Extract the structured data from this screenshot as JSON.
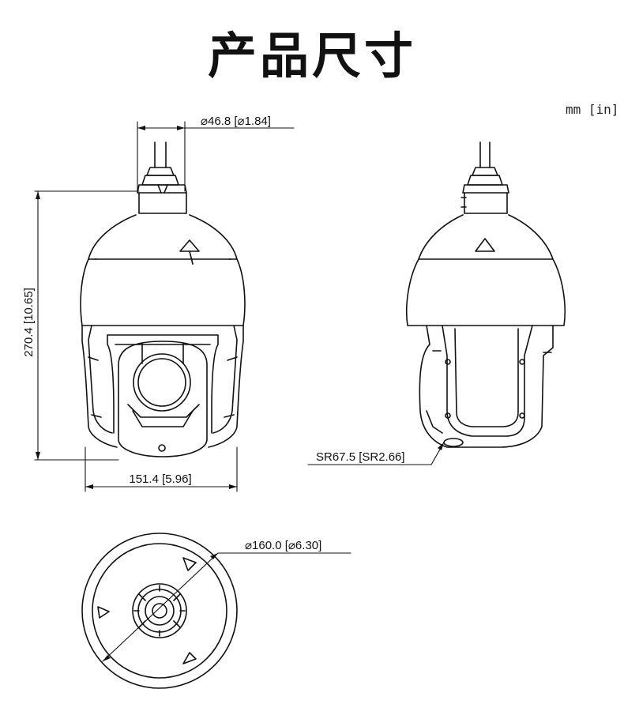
{
  "title": "产品尺寸",
  "unit_label": "mm [in]",
  "dimensions": {
    "cable_diameter": "⌀46.8 [⌀1.84]",
    "height": "270.4 [10.65]",
    "width": "151.4 [5.96]",
    "radius": "SR67.5 [SR2.66]",
    "base_diameter": "⌀160.0 [⌀6.30]"
  }
}
